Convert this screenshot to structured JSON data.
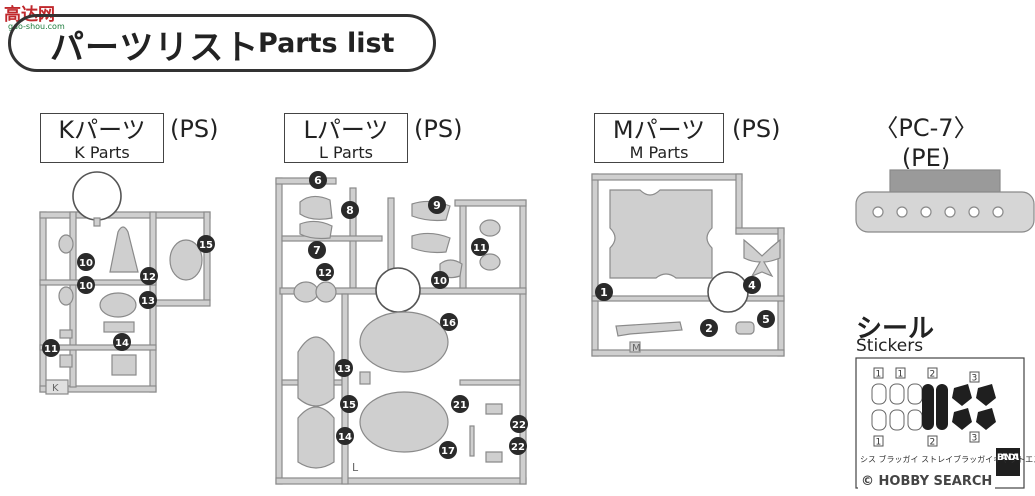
{
  "watermark": {
    "top": "高达网",
    "sub": "gao-shou.com",
    "bottom": "HOBBY SEARCH",
    "copyright": "©"
  },
  "header": {
    "title_jp": "パーツリスト",
    "title_en": "Parts list"
  },
  "sections": {
    "k": {
      "name_jp": "Kパーツ",
      "name_en": "K Parts",
      "material": "(PS)",
      "runner_letter": "K",
      "numbers": [
        "15",
        "10",
        "10",
        "12",
        "13",
        "11",
        "14"
      ]
    },
    "l": {
      "name_jp": "Lパーツ",
      "name_en": "L Parts",
      "material": "(PS)",
      "runner_letter": "L",
      "numbers": [
        "6",
        "8",
        "9",
        "7",
        "11",
        "12",
        "10",
        "16",
        "13",
        "15",
        "14",
        "21",
        "22",
        "22",
        "17"
      ]
    },
    "m": {
      "name_jp": "Mパーツ",
      "name_en": "M Parts",
      "material": "(PS)",
      "runner_letter": "M",
      "numbers": [
        "1",
        "4",
        "2",
        "5"
      ]
    },
    "pc7": {
      "name": "〈PC-7〉",
      "material": "(PE)"
    },
    "stickers": {
      "name_jp": "シール",
      "name_en": "Stickers",
      "box_numbers": [
        "1",
        "1",
        "2",
        "3",
        "1",
        "2",
        "3"
      ],
      "bottom_text_1": "シス ブラッガイ  ストレイブラッガイキャットエス",
      "brand": "BAN DAI"
    }
  },
  "colors": {
    "runner": "#cfcfcf",
    "runner_stroke": "#8a8a8a",
    "badge": "#2a2a2a",
    "sticker_dark": "#1f1f1f"
  }
}
